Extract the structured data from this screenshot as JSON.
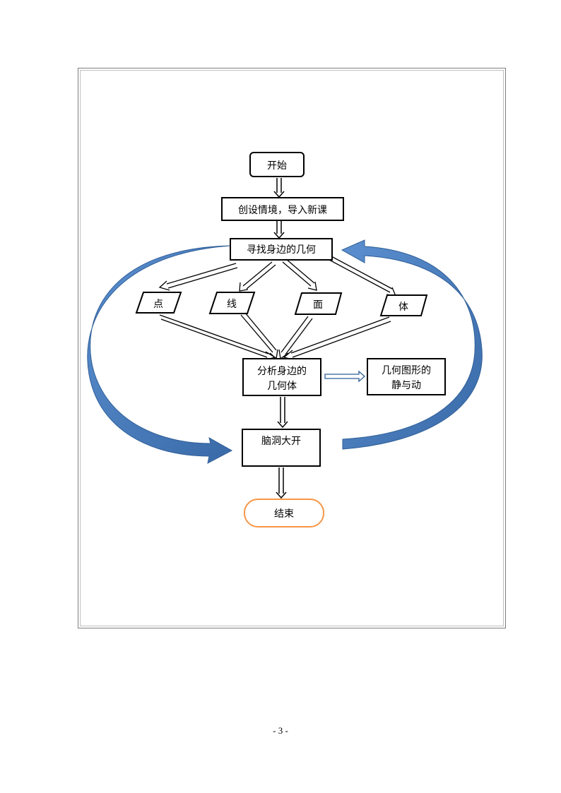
{
  "diagram": {
    "nodes": {
      "start": "开始",
      "intro": "创设情境，导入新课",
      "find": "寻找身边的几何",
      "point": "点",
      "line": "线",
      "surface": "面",
      "solid": "体",
      "analyze_line1": "分析身边的",
      "analyze_line2": "几何体",
      "static_line1": "几何图形的",
      "static_line2": "静与动",
      "brainstorm": "脑洞大开",
      "end": "结束"
    }
  },
  "footer": {
    "page_number": "- 3 -"
  },
  "colors": {
    "loop_arrow": "#4f81bd",
    "loop_arrow_dark": "#2f5f98",
    "end_border": "#f79646",
    "box_border": "#000000"
  }
}
